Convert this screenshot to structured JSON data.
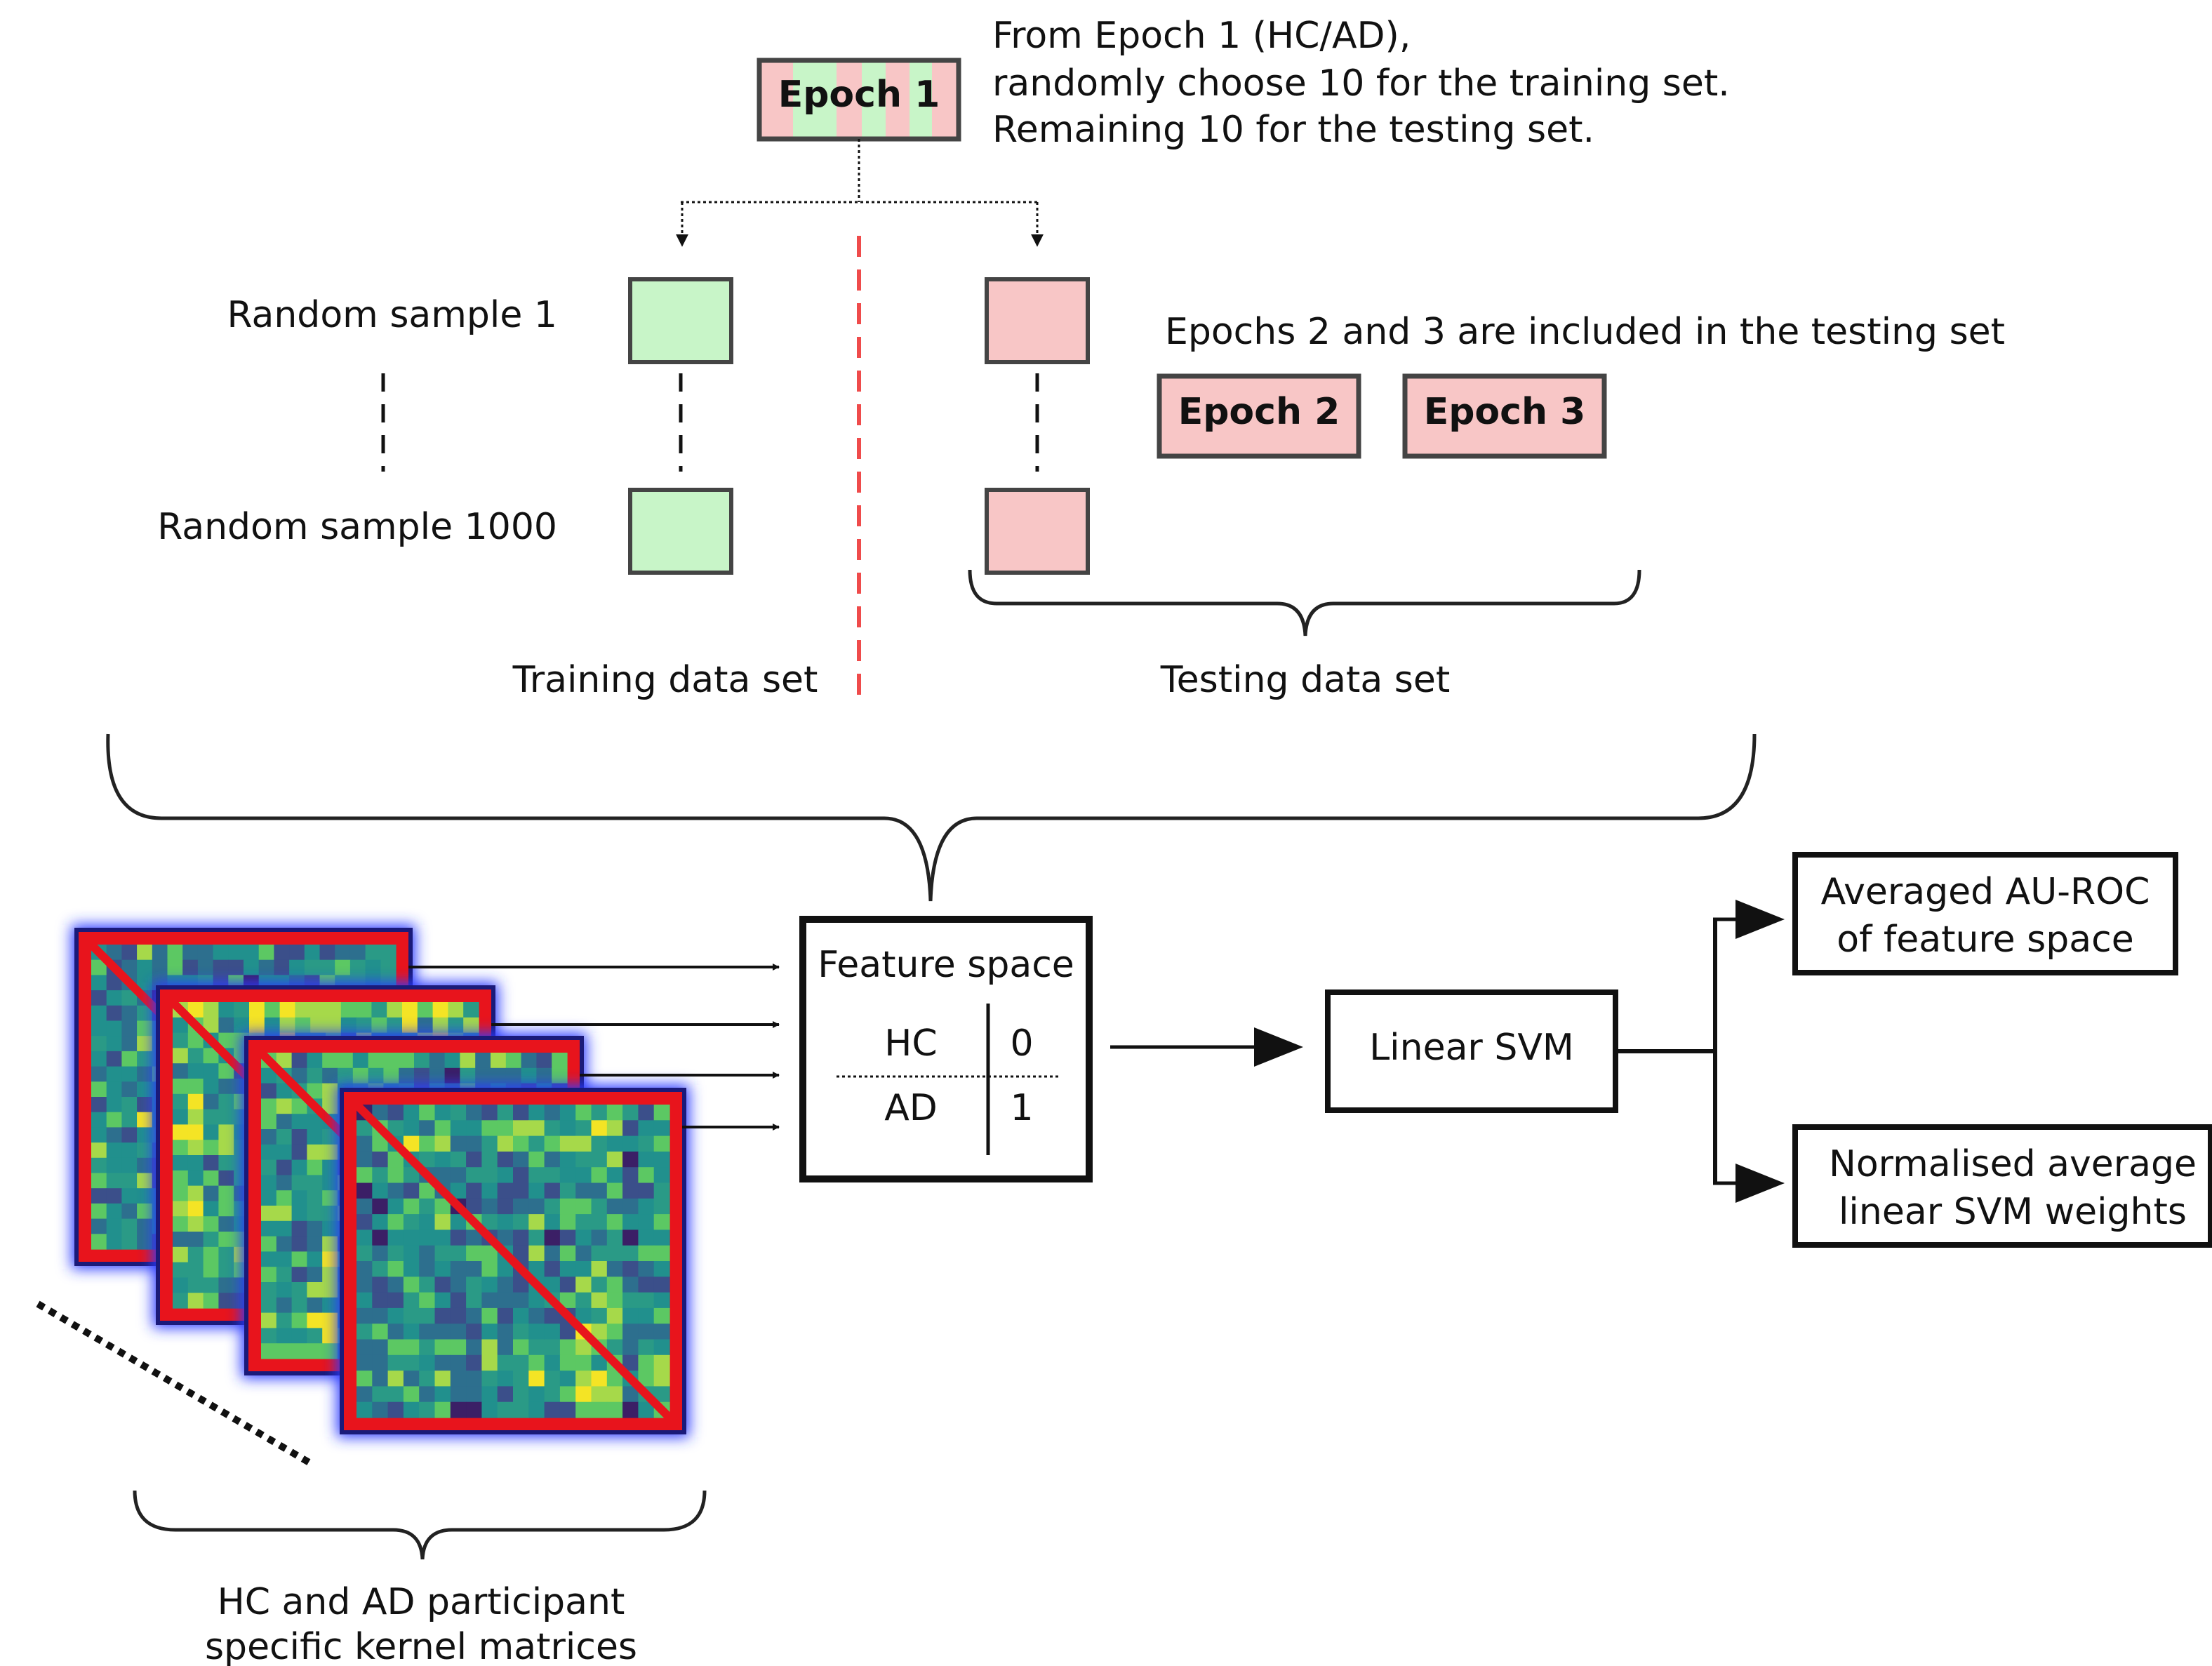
{
  "colors": {
    "train": "#c8f5c8",
    "test": "#f8c6c6",
    "divider": "#ef4b4b",
    "outline": "#222222",
    "matrix_diagonal": "#e8141c",
    "matrix_glow": "#2b3bff",
    "viridis_low": "#3b1f66",
    "viridis_mid": "#2a9a86",
    "viridis_high": "#f4e425"
  },
  "epoch1": {
    "label": "Epoch 1",
    "note_lines": [
      "From Epoch 1 (HC/AD),",
      "randomly choose 10 for the training set.",
      "Remaining 10 for the testing set."
    ]
  },
  "samples": {
    "first": "Random sample 1",
    "last": "Random sample 1000"
  },
  "testing_note": "Epochs 2 and 3 are included in the testing set",
  "extra_epochs": [
    "Epoch 2",
    "Epoch 3"
  ],
  "sets": {
    "training": "Training data set",
    "testing": "Testing data set"
  },
  "feature_space": {
    "title": "Feature space",
    "rows": [
      {
        "label": "HC",
        "value": "0"
      },
      {
        "label": "AD",
        "value": "1"
      }
    ]
  },
  "svm_label": "Linear SVM",
  "outputs": {
    "auroc": [
      "Averaged AU-ROC",
      "of feature space"
    ],
    "weights": [
      "Normalised average",
      "linear SVM weights"
    ]
  },
  "kernels_caption": [
    "HC and AD participant",
    "specific kernel matrices"
  ]
}
